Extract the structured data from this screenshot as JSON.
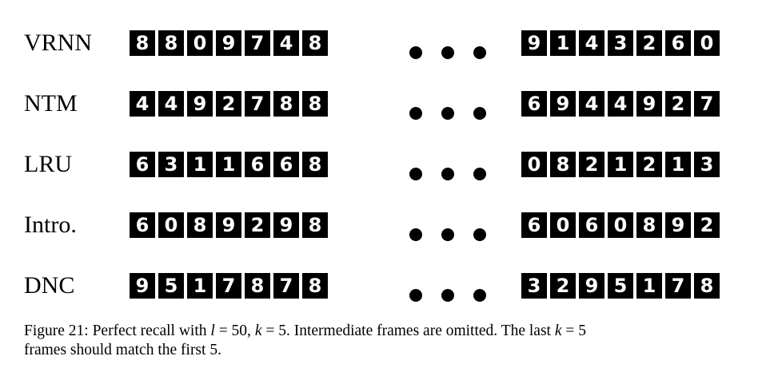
{
  "rows": [
    {
      "label": "VRNN",
      "first": [
        "8",
        "8",
        "0",
        "9",
        "7",
        "4",
        "8"
      ],
      "last": [
        "9",
        "1",
        "4",
        "3",
        "2",
        "6",
        "0"
      ]
    },
    {
      "label": "NTM",
      "first": [
        "4",
        "4",
        "9",
        "2",
        "7",
        "8",
        "8"
      ],
      "last": [
        "6",
        "9",
        "4",
        "4",
        "9",
        "2",
        "7"
      ]
    },
    {
      "label": "LRU",
      "first": [
        "6",
        "3",
        "1",
        "1",
        "6",
        "6",
        "8"
      ],
      "last": [
        "0",
        "8",
        "2",
        "1",
        "2",
        "1",
        "3"
      ]
    },
    {
      "label": "Intro.",
      "first": [
        "6",
        "0",
        "8",
        "9",
        "2",
        "9",
        "8"
      ],
      "last": [
        "6",
        "0",
        "6",
        "0",
        "8",
        "9",
        "2"
      ]
    },
    {
      "label": "DNC",
      "first": [
        "9",
        "5",
        "1",
        "7",
        "8",
        "7",
        "8"
      ],
      "last": [
        "3",
        "2",
        "9",
        "5",
        "1",
        "7",
        "8"
      ]
    }
  ],
  "caption": {
    "prefix": "Figure 21: Perfect recall with ",
    "l_var": "l",
    "l_eq": " = 50, ",
    "k_var": "k",
    "k_eq": " = 5.  Intermediate frames are omitted.  The last ",
    "k_var2": "k",
    "k_eq2": " = 5",
    "line2": "frames should match the first 5."
  }
}
